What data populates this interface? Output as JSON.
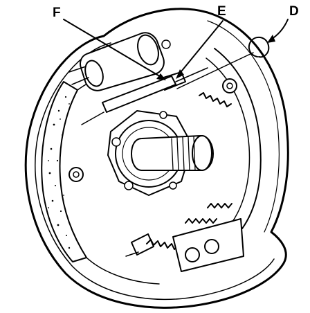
{
  "labels": {
    "f": "F",
    "e": "E",
    "d": "D"
  },
  "colors": {
    "ink": "#000000",
    "paper": "#ffffff"
  }
}
